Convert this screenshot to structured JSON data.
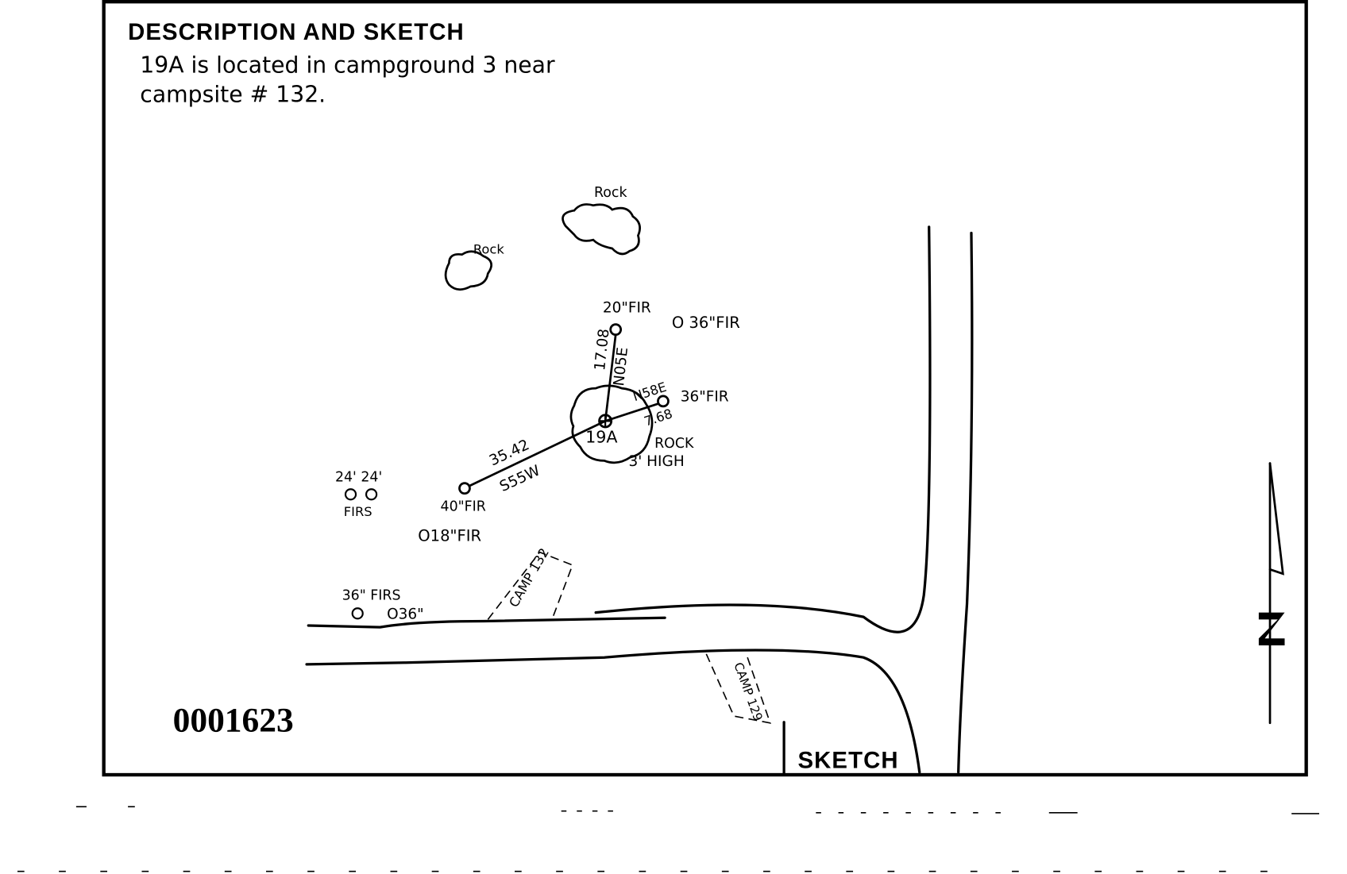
{
  "header": {
    "title": "DESCRIPTION AND SKETCH"
  },
  "description": {
    "line1": "19A is located in campground 3 near",
    "line2": "campsite # 132."
  },
  "labels": {
    "rock_top": "Rock",
    "rock_left": "Rock",
    "fir_20": "20\"FIR",
    "fir_36_ne": "O 36\"FIR",
    "fir_36_e": "36\"FIR",
    "bearing_n": "N05E",
    "dist_n": "17.08",
    "bearing_ne": "N58E",
    "dist_ne": "7.68",
    "station": "19A",
    "rock_main": "ROCK",
    "rock_height": "3' HIGH",
    "dist_sw": "35.42",
    "bearing_sw": "S55W",
    "fir_40": "40\"FIR",
    "firs_24": "24' 24'",
    "firs_word": "FIRS",
    "fir_18": "O18\"FIR",
    "firs_36": "36\" FIRS",
    "fir_36b": "O36\"",
    "camp_132": "CAMP 132",
    "camp_129": "CAMP 129",
    "sketch_label": "SKETCH"
  },
  "document_number": "0001623"
}
